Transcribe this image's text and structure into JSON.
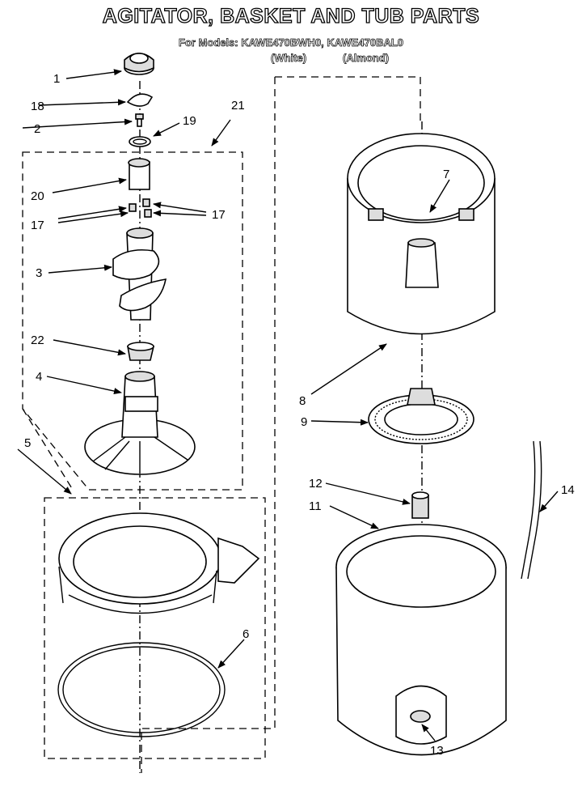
{
  "title": "AGITATOR, BASKET AND TUB PARTS",
  "subtitle": "For Models: KAWE470BWH0, KAWE470BAL0",
  "variants": {
    "white": "(White)",
    "almond": "(Almond)"
  },
  "callouts": {
    "c1": "1",
    "c18": "18",
    "c2": "2",
    "c19": "19",
    "c21": "21",
    "c20": "20",
    "c17a": "17",
    "c17b": "17",
    "c3": "3",
    "c22": "22",
    "c4": "4",
    "c5": "5",
    "c6": "6",
    "c7": "7",
    "c8": "8",
    "c9": "9",
    "c12": "12",
    "c11": "11",
    "c14": "14",
    "c13": "13"
  }
}
